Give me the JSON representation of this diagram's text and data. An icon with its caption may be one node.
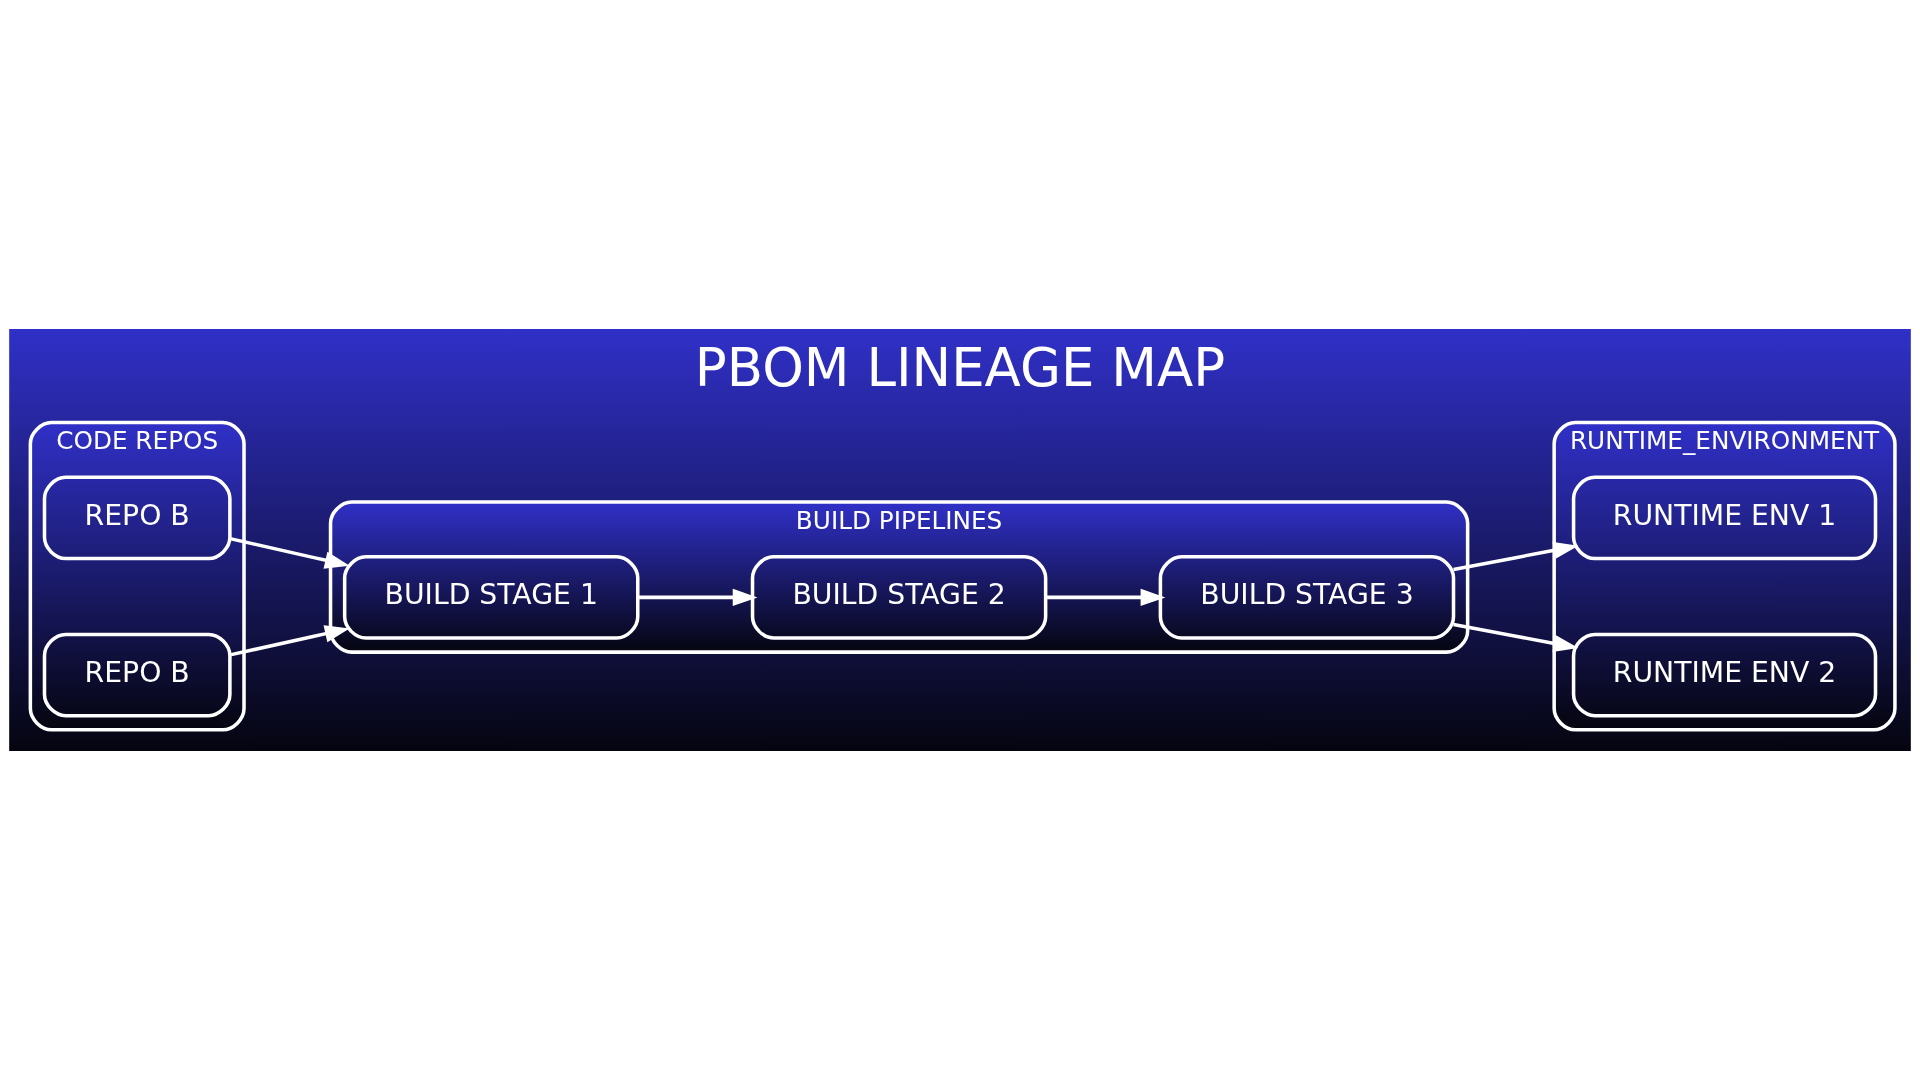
{
  "diagram": {
    "title": "PBOM LINEAGE MAP",
    "nodes": [
      {
        "text": [
          "CODE REPOS"
        ]
      },
      {
        "text": [
          "REPO B"
        ],
        "in": 0
      },
      {
        "text": [
          "REPO B"
        ],
        "in": 0
      },
      {
        "text": [
          "BUILD PIPELINES"
        ]
      },
      {
        "text": [
          "BUILD STAGE 1"
        ],
        "in": 3
      },
      {
        "text": [
          "BUILD STAGE 2"
        ],
        "in": 3
      },
      {
        "text": [
          "BUILD STAGE 3"
        ],
        "in": 3
      },
      {
        "text": [
          "RUNTIME_ENVIRONMENT"
        ]
      },
      {
        "text": [
          "RUNTIME ENV 1"
        ],
        "in": 7
      },
      {
        "text": [
          "RUNTIME ENV 2"
        ],
        "in": 7
      }
    ],
    "edges": [
      {
        "from": 1,
        "to": 4,
        "arrow": "to"
      },
      {
        "from": 2,
        "to": 4,
        "arrow": "to"
      },
      {
        "from": 4,
        "to": 5,
        "arrow": "to"
      },
      {
        "from": 5,
        "to": 6,
        "arrow": "to"
      },
      {
        "from": 6,
        "to": 8,
        "arrow": "to"
      },
      {
        "from": 6,
        "to": 9,
        "arrow": "to"
      }
    ]
  }
}
